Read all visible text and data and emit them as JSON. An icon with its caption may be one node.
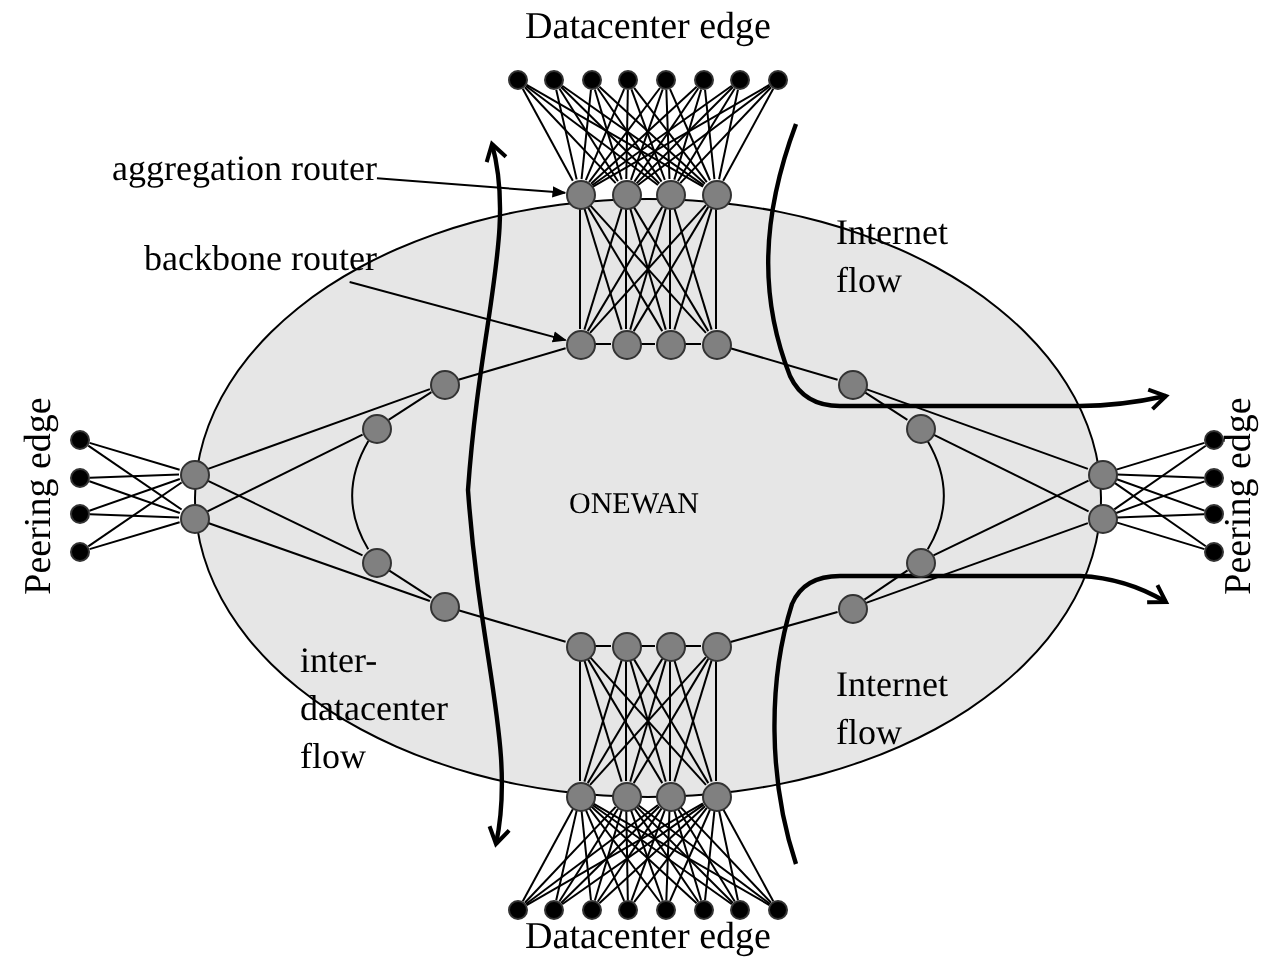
{
  "diagram": {
    "nodes": [
      {
        "text": [
          "ONEWAN"
        ]
      },
      {
        "text": [
          "aggregation router"
        ]
      },
      {
        "text": [
          "backbone router"
        ]
      },
      {
        "text": [],
        "shape": "circle"
      },
      {
        "text": [],
        "shape": "circle"
      },
      {
        "text": [],
        "shape": "circle"
      },
      {
        "text": [],
        "shape": "circle"
      },
      {
        "text": [],
        "shape": "circle"
      },
      {
        "text": [],
        "shape": "circle"
      },
      {
        "text": [],
        "shape": "circle"
      },
      {
        "text": [],
        "shape": "circle"
      },
      {
        "text": [],
        "shape": "circle"
      },
      {
        "text": [],
        "shape": "circle"
      },
      {
        "text": [],
        "shape": "circle"
      },
      {
        "text": [],
        "shape": "circle"
      },
      {
        "text": [],
        "shape": "circle",
        "in": 0
      },
      {
        "text": [],
        "shape": "circle",
        "in": 0
      },
      {
        "text": [],
        "shape": "circle",
        "in": 0
      },
      {
        "text": [],
        "shape": "circle",
        "in": 0
      },
      {
        "text": [],
        "shape": "circle",
        "in": 0
      },
      {
        "text": [],
        "shape": "circle",
        "in": 0
      },
      {
        "text": [],
        "shape": "circle",
        "in": 0
      },
      {
        "text": [],
        "shape": "circle",
        "in": 0
      },
      {
        "text": [],
        "shape": "circle",
        "in": 0
      },
      {
        "text": [],
        "shape": "circle",
        "in": 0
      },
      {
        "text": [],
        "shape": "circle",
        "in": 0
      },
      {
        "text": [],
        "shape": "circle",
        "in": 0
      },
      {
        "text": [],
        "shape": "circle",
        "in": 0
      },
      {
        "text": [],
        "shape": "circle",
        "in": 0
      },
      {
        "text": [],
        "shape": "circle",
        "in": 0
      },
      {
        "text": [],
        "shape": "circle",
        "in": 0
      },
      {
        "text": [],
        "shape": "circle"
      },
      {
        "text": [],
        "shape": "circle"
      },
      {
        "text": [],
        "shape": "circle"
      },
      {
        "text": [],
        "shape": "circle"
      },
      {
        "text": [],
        "shape": "circle"
      },
      {
        "text": [],
        "shape": "circle"
      },
      {
        "text": [],
        "shape": "circle"
      },
      {
        "text": [],
        "shape": "circle"
      },
      {
        "text": [],
        "shape": "circle"
      },
      {
        "text": [],
        "shape": "circle"
      },
      {
        "text": [],
        "shape": "circle"
      },
      {
        "text": [],
        "shape": "circle"
      },
      {
        "text": [],
        "shape": "circle"
      },
      {
        "text": [],
        "shape": "circle"
      },
      {
        "text": [],
        "shape": "circle"
      },
      {
        "text": [],
        "shape": "circle"
      },
      {
        "text": [],
        "shape": "circle"
      },
      {
        "text": [],
        "shape": "circle"
      },
      {
        "text": [],
        "shape": "circle"
      },
      {
        "text": [],
        "shape": "circle"
      },
      {
        "text": [],
        "shape": "circle"
      },
      {
        "text": [],
        "shape": "circle"
      },
      {
        "text": [],
        "shape": "circle"
      },
      {
        "text": [],
        "shape": "circle"
      }
    ],
    "edges": [
      {
        "from": 3,
        "to": 11,
        "arrow": "none"
      },
      {
        "from": 3,
        "to": 12,
        "arrow": "none"
      },
      {
        "from": 3,
        "to": 13,
        "arrow": "none"
      },
      {
        "from": 3,
        "to": 14,
        "arrow": "none"
      },
      {
        "from": 4,
        "to": 11,
        "arrow": "none"
      },
      {
        "from": 4,
        "to": 12,
        "arrow": "none"
      },
      {
        "from": 4,
        "to": 13,
        "arrow": "none"
      },
      {
        "from": 4,
        "to": 14,
        "arrow": "none"
      },
      {
        "from": 5,
        "to": 11,
        "arrow": "none"
      },
      {
        "from": 5,
        "to": 12,
        "arrow": "none"
      },
      {
        "from": 5,
        "to": 13,
        "arrow": "none"
      },
      {
        "from": 5,
        "to": 14,
        "arrow": "none"
      },
      {
        "from": 6,
        "to": 11,
        "arrow": "none"
      },
      {
        "from": 6,
        "to": 12,
        "arrow": "none"
      },
      {
        "from": 6,
        "to": 13,
        "arrow": "none"
      },
      {
        "from": 6,
        "to": 14,
        "arrow": "none"
      },
      {
        "from": 7,
        "to": 11,
        "arrow": "none"
      },
      {
        "from": 7,
        "to": 12,
        "arrow": "none"
      },
      {
        "from": 7,
        "to": 13,
        "arrow": "none"
      },
      {
        "from": 7,
        "to": 14,
        "arrow": "none"
      },
      {
        "from": 8,
        "to": 11,
        "arrow": "none"
      },
      {
        "from": 8,
        "to": 12,
        "arrow": "none"
      },
      {
        "from": 8,
        "to": 13,
        "arrow": "none"
      },
      {
        "from": 8,
        "to": 14,
        "arrow": "none"
      },
      {
        "from": 9,
        "to": 11,
        "arrow": "none"
      },
      {
        "from": 9,
        "to": 12,
        "arrow": "none"
      },
      {
        "from": 9,
        "to": 13,
        "arrow": "none"
      },
      {
        "from": 9,
        "to": 14,
        "arrow": "none"
      },
      {
        "from": 10,
        "to": 11,
        "arrow": "none"
      },
      {
        "from": 10,
        "to": 12,
        "arrow": "none"
      },
      {
        "from": 10,
        "to": 13,
        "arrow": "none"
      },
      {
        "from": 10,
        "to": 14,
        "arrow": "none"
      },
      {
        "from": 11,
        "to": 15,
        "arrow": "none"
      },
      {
        "from": 11,
        "to": 16,
        "arrow": "none"
      },
      {
        "from": 11,
        "to": 17,
        "arrow": "none"
      },
      {
        "from": 11,
        "to": 18,
        "arrow": "none"
      },
      {
        "from": 12,
        "to": 15,
        "arrow": "none"
      },
      {
        "from": 12,
        "to": 16,
        "arrow": "none"
      },
      {
        "from": 12,
        "to": 17,
        "arrow": "none"
      },
      {
        "from": 12,
        "to": 18,
        "arrow": "none"
      },
      {
        "from": 13,
        "to": 15,
        "arrow": "none"
      },
      {
        "from": 13,
        "to": 16,
        "arrow": "none"
      },
      {
        "from": 13,
        "to": 17,
        "arrow": "none"
      },
      {
        "from": 13,
        "to": 18,
        "arrow": "none"
      },
      {
        "from": 14,
        "to": 15,
        "arrow": "none"
      },
      {
        "from": 14,
        "to": 16,
        "arrow": "none"
      },
      {
        "from": 14,
        "to": 17,
        "arrow": "none"
      },
      {
        "from": 14,
        "to": 18,
        "arrow": "none"
      },
      {
        "from": 15,
        "to": 16,
        "arrow": "none"
      },
      {
        "from": 16,
        "to": 17,
        "arrow": "none"
      },
      {
        "from": 17,
        "to": 18,
        "arrow": "none"
      },
      {
        "from": 15,
        "to": 19,
        "arrow": "none"
      },
      {
        "from": 19,
        "to": 20,
        "arrow": "none"
      },
      {
        "from": 20,
        "to": 21,
        "arrow": "none"
      },
      {
        "from": 21,
        "to": 22,
        "arrow": "none"
      },
      {
        "from": 22,
        "to": 27,
        "arrow": "none"
      },
      {
        "from": 18,
        "to": 23,
        "arrow": "none"
      },
      {
        "from": 23,
        "to": 24,
        "arrow": "none"
      },
      {
        "from": 24,
        "to": 25,
        "arrow": "none"
      },
      {
        "from": 25,
        "to": 26,
        "arrow": "none"
      },
      {
        "from": 26,
        "to": 30,
        "arrow": "none"
      },
      {
        "from": 27,
        "to": 28,
        "arrow": "none"
      },
      {
        "from": 28,
        "to": 29,
        "arrow": "none"
      },
      {
        "from": 29,
        "to": 30,
        "arrow": "none"
      },
      {
        "from": 27,
        "to": 31,
        "arrow": "none"
      },
      {
        "from": 27,
        "to": 32,
        "arrow": "none"
      },
      {
        "from": 27,
        "to": 33,
        "arrow": "none"
      },
      {
        "from": 27,
        "to": 34,
        "arrow": "none"
      },
      {
        "from": 28,
        "to": 31,
        "arrow": "none"
      },
      {
        "from": 28,
        "to": 32,
        "arrow": "none"
      },
      {
        "from": 28,
        "to": 33,
        "arrow": "none"
      },
      {
        "from": 28,
        "to": 34,
        "arrow": "none"
      },
      {
        "from": 29,
        "to": 31,
        "arrow": "none"
      },
      {
        "from": 29,
        "to": 32,
        "arrow": "none"
      },
      {
        "from": 29,
        "to": 33,
        "arrow": "none"
      },
      {
        "from": 29,
        "to": 34,
        "arrow": "none"
      },
      {
        "from": 30,
        "to": 31,
        "arrow": "none"
      },
      {
        "from": 30,
        "to": 32,
        "arrow": "none"
      },
      {
        "from": 30,
        "to": 33,
        "arrow": "none"
      },
      {
        "from": 30,
        "to": 34,
        "arrow": "none"
      },
      {
        "from": 31,
        "to": 35,
        "arrow": "none"
      },
      {
        "from": 31,
        "to": 36,
        "arrow": "none"
      },
      {
        "from": 31,
        "to": 37,
        "arrow": "none"
      },
      {
        "from": 31,
        "to": 38,
        "arrow": "none"
      },
      {
        "from": 31,
        "to": 39,
        "arrow": "none"
      },
      {
        "from": 31,
        "to": 40,
        "arrow": "none"
      },
      {
        "from": 31,
        "to": 41,
        "arrow": "none"
      },
      {
        "from": 31,
        "to": 42,
        "arrow": "none"
      },
      {
        "from": 32,
        "to": 35,
        "arrow": "none"
      },
      {
        "from": 32,
        "to": 36,
        "arrow": "none"
      },
      {
        "from": 32,
        "to": 37,
        "arrow": "none"
      },
      {
        "from": 32,
        "to": 38,
        "arrow": "none"
      },
      {
        "from": 32,
        "to": 39,
        "arrow": "none"
      },
      {
        "from": 32,
        "to": 40,
        "arrow": "none"
      },
      {
        "from": 32,
        "to": 41,
        "arrow": "none"
      },
      {
        "from": 32,
        "to": 42,
        "arrow": "none"
      },
      {
        "from": 33,
        "to": 35,
        "arrow": "none"
      },
      {
        "from": 33,
        "to": 36,
        "arrow": "none"
      },
      {
        "from": 33,
        "to": 37,
        "arrow": "none"
      },
      {
        "from": 33,
        "to": 38,
        "arrow": "none"
      },
      {
        "from": 33,
        "to": 39,
        "arrow": "none"
      },
      {
        "from": 33,
        "to": 40,
        "arrow": "none"
      },
      {
        "from": 33,
        "to": 41,
        "arrow": "none"
      },
      {
        "from": 33,
        "to": 42,
        "arrow": "none"
      },
      {
        "from": 34,
        "to": 35,
        "arrow": "none"
      },
      {
        "from": 34,
        "to": 36,
        "arrow": "none"
      },
      {
        "from": 34,
        "to": 37,
        "arrow": "none"
      },
      {
        "from": 34,
        "to": 38,
        "arrow": "none"
      },
      {
        "from": 34,
        "to": 39,
        "arrow": "none"
      },
      {
        "from": 34,
        "to": 40,
        "arrow": "none"
      },
      {
        "from": 34,
        "to": 41,
        "arrow": "none"
      },
      {
        "from": 34,
        "to": 42,
        "arrow": "none"
      },
      {
        "from": 43,
        "to": 47,
        "arrow": "none"
      },
      {
        "from": 43,
        "to": 48,
        "arrow": "none"
      },
      {
        "from": 44,
        "to": 47,
        "arrow": "none"
      },
      {
        "from": 44,
        "to": 48,
        "arrow": "none"
      },
      {
        "from": 45,
        "to": 47,
        "arrow": "none"
      },
      {
        "from": 45,
        "to": 48,
        "arrow": "none"
      },
      {
        "from": 46,
        "to": 47,
        "arrow": "none"
      },
      {
        "from": 46,
        "to": 48,
        "arrow": "none"
      },
      {
        "from": 47,
        "to": 19,
        "arrow": "none"
      },
      {
        "from": 47,
        "to": 21,
        "arrow": "none"
      },
      {
        "from": 48,
        "to": 20,
        "arrow": "none"
      },
      {
        "from": 48,
        "to": 22,
        "arrow": "none"
      },
      {
        "from": 49,
        "to": 53,
        "arrow": "none"
      },
      {
        "from": 49,
        "to": 54,
        "arrow": "none"
      },
      {
        "from": 50,
        "to": 53,
        "arrow": "none"
      },
      {
        "from": 50,
        "to": 54,
        "arrow": "none"
      },
      {
        "from": 51,
        "to": 53,
        "arrow": "none"
      },
      {
        "from": 51,
        "to": 54,
        "arrow": "none"
      },
      {
        "from": 52,
        "to": 53,
        "arrow": "none"
      },
      {
        "from": 52,
        "to": 54,
        "arrow": "none"
      },
      {
        "from": 53,
        "to": 23,
        "arrow": "none"
      },
      {
        "from": 53,
        "to": 25,
        "arrow": "none"
      },
      {
        "from": 54,
        "to": 24,
        "arrow": "none"
      },
      {
        "from": 54,
        "to": 26,
        "arrow": "none"
      },
      {
        "from": 1,
        "to": 11,
        "arrow": "to"
      },
      {
        "from": 2,
        "to": 15,
        "arrow": "to"
      }
    ],
    "labels": [
      "Datacenter edge",
      "Internet flow",
      "Peering edge",
      "Peering edge",
      "inter- datacenter flow",
      "Internet flow",
      "Datacenter edge"
    ]
  }
}
